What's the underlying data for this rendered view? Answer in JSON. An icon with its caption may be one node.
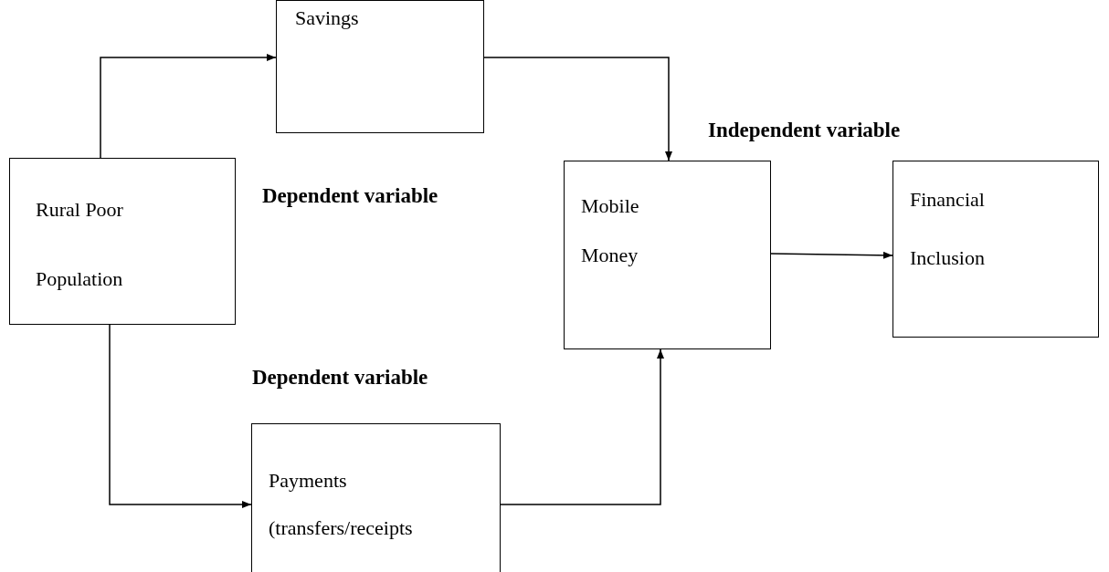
{
  "diagram": {
    "nodes": [
      {
        "text": [
          "Savings"
        ]
      },
      {
        "text": [
          "Rural Poor Population"
        ]
      },
      {
        "text": [
          "Mobile Money"
        ]
      },
      {
        "text": [
          "Financial Inclusion"
        ]
      },
      {
        "text": [
          "Payments (transfers/receipts"
        ]
      }
    ],
    "edges": [
      {
        "from": 1,
        "to": 0,
        "arrow": "to"
      },
      {
        "from": 0,
        "to": 2,
        "arrow": "to"
      },
      {
        "from": 1,
        "to": 4,
        "arrow": "to"
      },
      {
        "from": 4,
        "to": 2,
        "arrow": "to"
      },
      {
        "from": 2,
        "to": 3,
        "arrow": "to"
      }
    ],
    "labels": [
      "Independent variable",
      "Dependent variable",
      "Dependent variable"
    ]
  }
}
